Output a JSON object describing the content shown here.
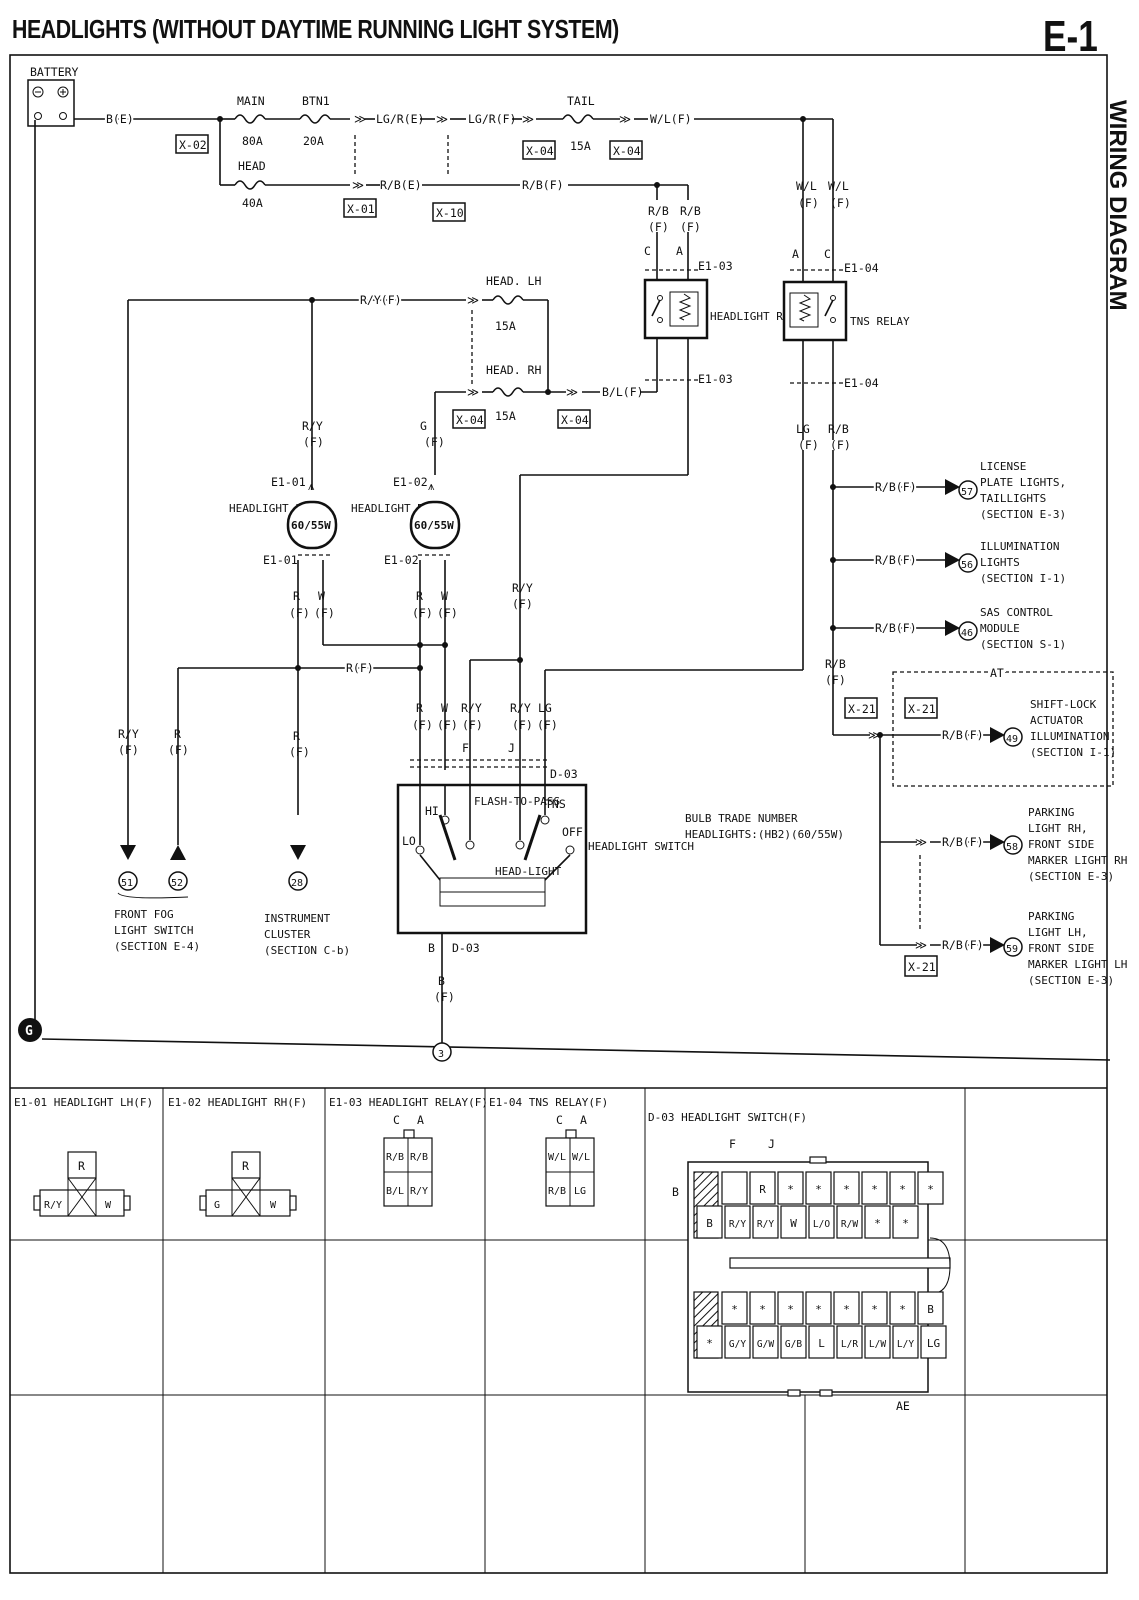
{
  "title": "HEADLIGHTS (WITHOUT DAYTIME RUNNING LIGHT SYSTEM)",
  "page_id": "E-1",
  "side_label": "WIRING DIAGRAM",
  "battery": "BATTERY",
  "fuses": {
    "main": {
      "name": "MAIN",
      "rating": "80A"
    },
    "btn1": {
      "name": "BTN1",
      "rating": "20A"
    },
    "head": {
      "name": "HEAD",
      "rating": "40A"
    },
    "tail": {
      "name": "TAIL",
      "rating": "15A"
    },
    "head_lh": {
      "name": "HEAD. LH",
      "rating": "15A"
    },
    "head_rh": {
      "name": "HEAD. RH",
      "rating": "15A"
    }
  },
  "connectors": {
    "x02": "X-02",
    "x04": "X-04",
    "x01": "X-01",
    "x10": "X-10",
    "x21": "X-21"
  },
  "wires": {
    "b_e": "B(E)",
    "lg_r_e": "LG/R(E)",
    "lg_r_f": "LG/R(F)",
    "w_l_f": "W/L(F)",
    "r_b_e": "R/B(E)",
    "r_b_f": "R/B(F)",
    "r_y_f": "R/Y(F)",
    "b_l_f": "B/L(F)",
    "r_f": "R(F)",
    "wl": "W/L",
    "rb": "R/B",
    "ry": "R/Y",
    "lg": "LG",
    "g": "G",
    "r": "R",
    "w": "W",
    "b": "B",
    "f": "(F)"
  },
  "relays": {
    "headlight": {
      "label": "HEADLIGHT RELAY",
      "conn": "E1-03"
    },
    "tns": {
      "label": "TNS RELAY",
      "conn": "E1-04"
    }
  },
  "pins": {
    "a": "A",
    "c": "C",
    "f": "F",
    "j": "J"
  },
  "bulbs": {
    "lh": {
      "label": "HEADLIGHT LH",
      "conn": "E1-01",
      "watt": "60/55W"
    },
    "rh": {
      "label": "HEADLIGHT RH",
      "conn": "E1-02",
      "watt": "60/55W"
    }
  },
  "switch": {
    "label": "HEADLIGHT SWITCH",
    "conn": "D-03",
    "hi": "HI",
    "lo": "LO",
    "flash": "FLASH-TO-PASS",
    "tns": "TNS",
    "off": "OFF",
    "head": "HEAD-LIGHT"
  },
  "bulb_note": {
    "line1": "BULB TRADE NUMBER",
    "line2": "HEADLIGHTS:(HB2)(60/55W)"
  },
  "refs": {
    "r57": {
      "num": "57",
      "text": [
        "LICENSE",
        "PLATE LIGHTS,",
        "TAILLIGHTS",
        "(SECTION E-3)"
      ]
    },
    "r56": {
      "num": "56",
      "text": [
        "ILLUMINATION",
        "LIGHTS",
        "(SECTION I-1)"
      ]
    },
    "r46": {
      "num": "46",
      "text": [
        "SAS CONTROL",
        "MODULE",
        "(SECTION S-1)"
      ]
    },
    "r49": {
      "num": "49",
      "text": [
        "SHIFT-LOCK",
        "ACTUATOR",
        "ILLUMINATION",
        "(SECTION I-1)"
      ]
    },
    "r58": {
      "num": "58",
      "text": [
        "PARKING",
        "LIGHT RH,",
        "FRONT SIDE",
        "MARKER LIGHT RH",
        "(SECTION E-3)"
      ]
    },
    "r59": {
      "num": "59",
      "text": [
        "PARKING",
        "LIGHT LH,",
        "FRONT SIDE",
        "MARKER LIGHT LH",
        "(SECTION E-3)"
      ]
    },
    "r51": {
      "num": "51"
    },
    "r52": {
      "num": "52"
    },
    "r28": {
      "num": "28"
    },
    "r3": {
      "num": "3"
    }
  },
  "at_label": "AT",
  "fog_text": [
    "FRONT FOG",
    "LIGHT SWITCH",
    "(SECTION E-4)"
  ],
  "cluster_text": [
    "INSTRUMENT",
    "CLUSTER",
    "(SECTION C-b)"
  ],
  "ground": "G",
  "connector_views": {
    "e101": {
      "title": "E1-01 HEADLIGHT LH(F)",
      "top": "R",
      "left": "R/Y",
      "right": "W"
    },
    "e102": {
      "title": "E1-02 HEADLIGHT RH(F)",
      "top": "R",
      "left": "G",
      "right": "W"
    },
    "e103": {
      "title": "E1-03 HEADLIGHT RELAY(F)",
      "pins": [
        "C",
        "A"
      ],
      "cells": [
        "R/B",
        "R/B",
        "B/L",
        "R/Y"
      ]
    },
    "e104": {
      "title": "E1-04 TNS RELAY(F)",
      "pins": [
        "C",
        "A"
      ],
      "cells": [
        "W/L",
        "W/L",
        "R/B",
        "LG"
      ]
    },
    "d03": {
      "title": "D-03 HEADLIGHT SWITCH(F)",
      "labels": {
        "f": "F",
        "j": "J",
        "b": "B",
        "ae": "AE"
      },
      "row1": [
        "",
        "R",
        "*",
        "*",
        "*",
        "*",
        "*",
        "*"
      ],
      "row2": [
        "B",
        "R/Y",
        "R/Y",
        "W",
        "L/O",
        "R/W",
        "*",
        "*"
      ],
      "row3": [
        "*",
        "*",
        "*",
        "*",
        "*",
        "*",
        "*",
        "B"
      ],
      "row4": [
        "*",
        "G/Y",
        "G/W",
        "G/B",
        "L",
        "L/R",
        "L/W",
        "L/Y",
        "LG"
      ]
    }
  }
}
